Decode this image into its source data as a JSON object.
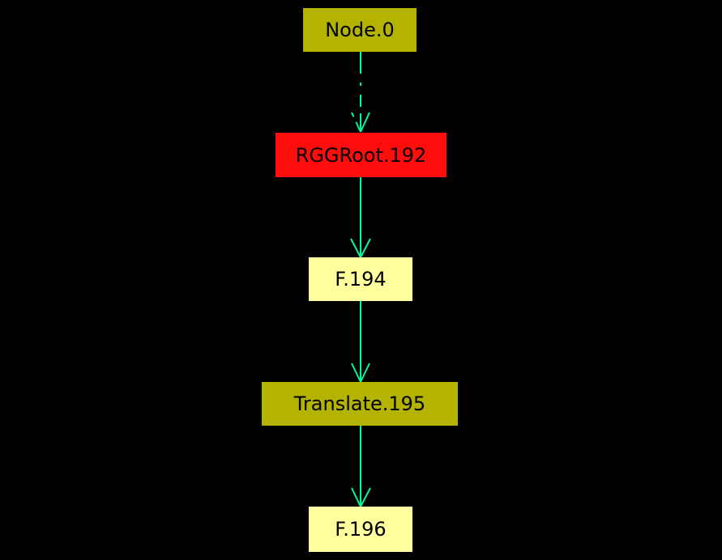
{
  "view": {
    "background_color": "#000000",
    "edge_color": "#00fa9a",
    "node_text_color": "#000000"
  },
  "graph": {
    "nodes": [
      {
        "id": "Node.0",
        "label": "Node.0",
        "fill": "#b3b300"
      },
      {
        "id": "RGGRoot.192",
        "label": "RGGRoot.192",
        "fill": "#ff0d0d"
      },
      {
        "id": "F.194",
        "label": "F.194",
        "fill": "#ffff9e"
      },
      {
        "id": "Translate.195",
        "label": "Translate.195",
        "fill": "#b3b300"
      },
      {
        "id": "F.196",
        "label": "F.196",
        "fill": "#ffff9e"
      }
    ],
    "edges": [
      {
        "from": "Node.0",
        "to": "RGGRoot.192",
        "style": "dashed",
        "color": "#00fa9a"
      },
      {
        "from": "RGGRoot.192",
        "to": "F.194",
        "style": "solid",
        "color": "#00fa9a"
      },
      {
        "from": "F.194",
        "to": "Translate.195",
        "style": "solid",
        "color": "#00fa9a"
      },
      {
        "from": "Translate.195",
        "to": "F.196",
        "style": "solid",
        "color": "#00fa9a"
      }
    ]
  }
}
